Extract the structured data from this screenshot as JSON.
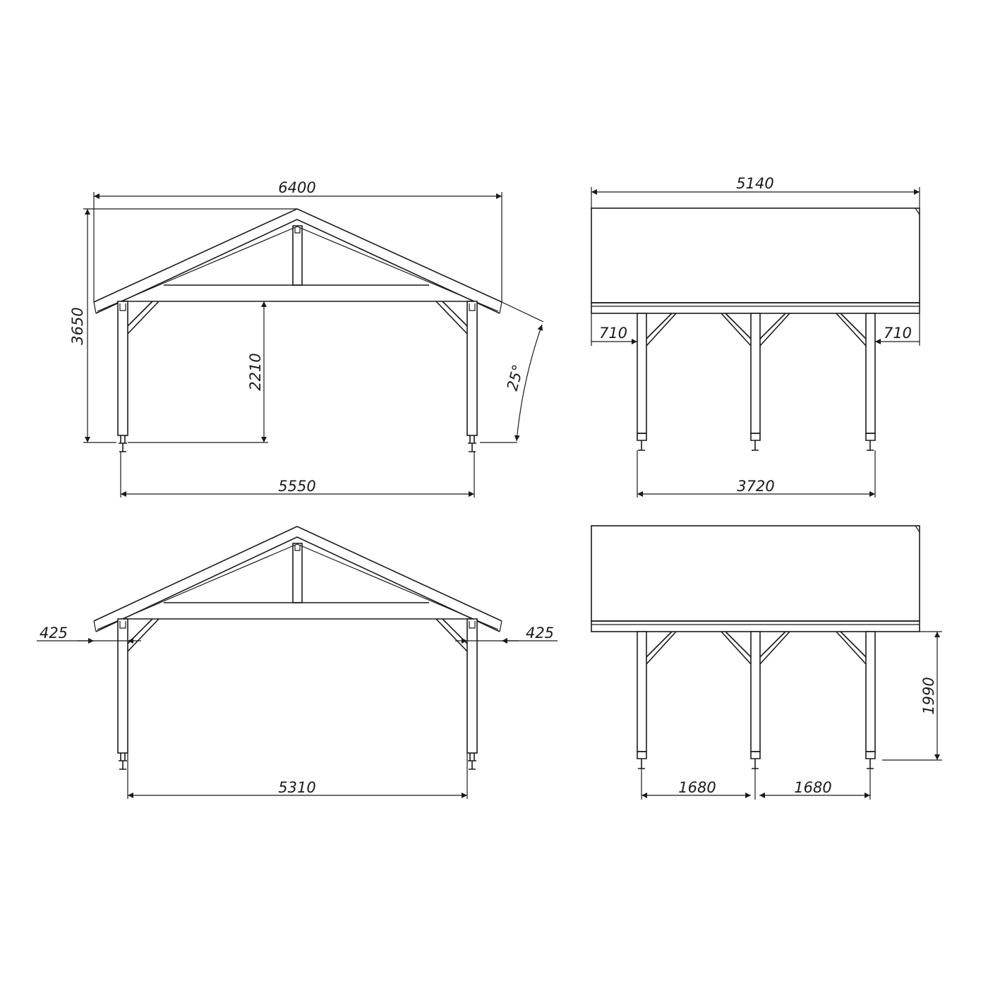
{
  "views": {
    "gable_front_top": {
      "overall_width": "6400",
      "overall_height": "3650",
      "eave_height": "2210",
      "roof_pitch": "25°",
      "post_span": "5550"
    },
    "side_top": {
      "roof_length": "5140",
      "overhang_left": "710",
      "overhang_right": "710",
      "post_span": "3720"
    },
    "gable_front_bottom": {
      "overhang_left": "425",
      "overhang_right": "425",
      "post_span": "5310"
    },
    "side_bottom": {
      "post_height": "1990",
      "bay_left": "1680",
      "bay_right": "1680"
    }
  },
  "colors": {
    "line": "#1a1a1a",
    "background": "#ffffff"
  }
}
